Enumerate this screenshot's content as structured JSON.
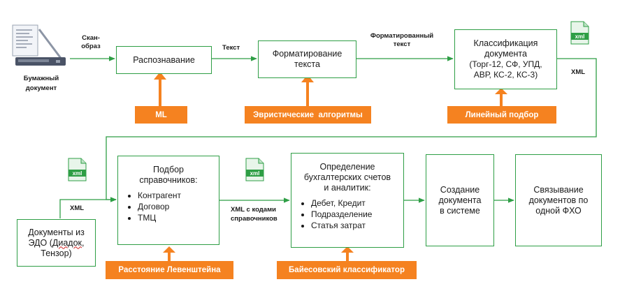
{
  "colors": {
    "green": "#2e9e45",
    "orange": "#f58220",
    "text": "#1a1a1a"
  },
  "icons": {
    "scanner": "scanner-icon",
    "xml": "xml-file-icon"
  },
  "input": {
    "label_line1": "Бумажный",
    "label_line2": "документ"
  },
  "boxes": {
    "recognition": {
      "title": "Распознавание"
    },
    "formatting": {
      "title_line1": "Форматирование",
      "title_line2": "текста"
    },
    "classification": {
      "title_line1": "Классификация",
      "title_line2": "документа",
      "detail_line1": "(Торг-12, СФ, УПД,",
      "detail_line2": "АВР, КС-2, КС-3)"
    },
    "edo": {
      "line1": "Документы из",
      "line2_prefix": "ЭДО (",
      "line2_squiggly": "Диадок",
      "line2_suffix": ",",
      "line3": "Тензор)"
    },
    "references": {
      "title_line1": "Подбор",
      "title_line2": "справочников:",
      "items": [
        "Контрагент",
        "Договор",
        "ТМЦ"
      ]
    },
    "accounts": {
      "title_line1": "Определение",
      "title_line2": "бухгалтерских счетов",
      "title_line3": "и аналитик:",
      "items": [
        "Дебет, Кредит",
        "Подразделение",
        "Статья затрат"
      ]
    },
    "create": {
      "line1": "Создание",
      "line2": "документа",
      "line3": "в системе"
    },
    "link": {
      "line1": "Связывание",
      "line2": "документов по",
      "line3": "одной ФХО"
    }
  },
  "badges": {
    "ml": "ML",
    "heuristics": "Эвристические  алгоритмы",
    "linear": "Линейный подбор",
    "levenshtein": "Расстояние Левенштейна",
    "bayes": "Байесовский классификатор"
  },
  "edges": {
    "scan_line1": "Скан-",
    "scan_line2": "образ",
    "text": "Текст",
    "formatted_line1": "Форматированный",
    "formatted_line2": "текст",
    "xml_top": "XML",
    "xml_left": "XML",
    "xml_codes_line1": "XML с кодами",
    "xml_codes_line2": "справочников"
  },
  "xml_icon_text": "xml"
}
